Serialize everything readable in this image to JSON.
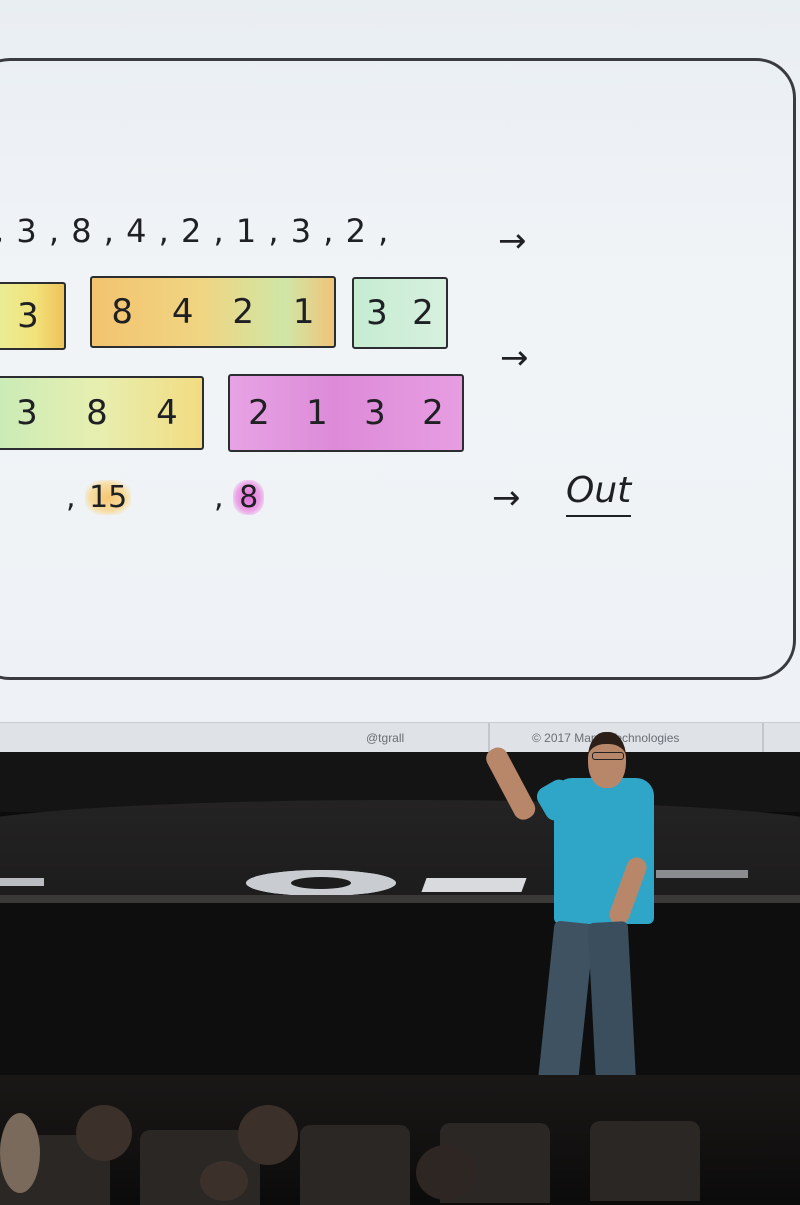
{
  "slide": {
    "sequence_text": ", 3 , 8 , 4 , 2 , 1 , 3 , 2 ,",
    "row1": [
      {
        "items": [
          "3"
        ]
      },
      {
        "items": [
          "8",
          "4",
          "2",
          "1"
        ]
      },
      {
        "items": [
          "3",
          "2"
        ]
      }
    ],
    "row2": [
      {
        "items": [
          "3",
          "8",
          "4"
        ]
      },
      {
        "items": [
          "2",
          "1",
          "3",
          "2"
        ]
      }
    ],
    "sums": {
      "first_prefix": ",",
      "first": "15",
      "second_prefix": ",",
      "second": "8"
    },
    "arrow": "→",
    "out_label": "Out",
    "colors": {
      "frame": "#3a3b40",
      "ink": "#1f2024",
      "highlight_yellow": "#f2e27a",
      "highlight_green": "#c8ebb8",
      "highlight_orange": "#f3c36f",
      "highlight_pink": "#e06fd8"
    }
  },
  "footer": {
    "handle": "@tgrall",
    "copyright": "© 2017 MapR Technologies"
  }
}
